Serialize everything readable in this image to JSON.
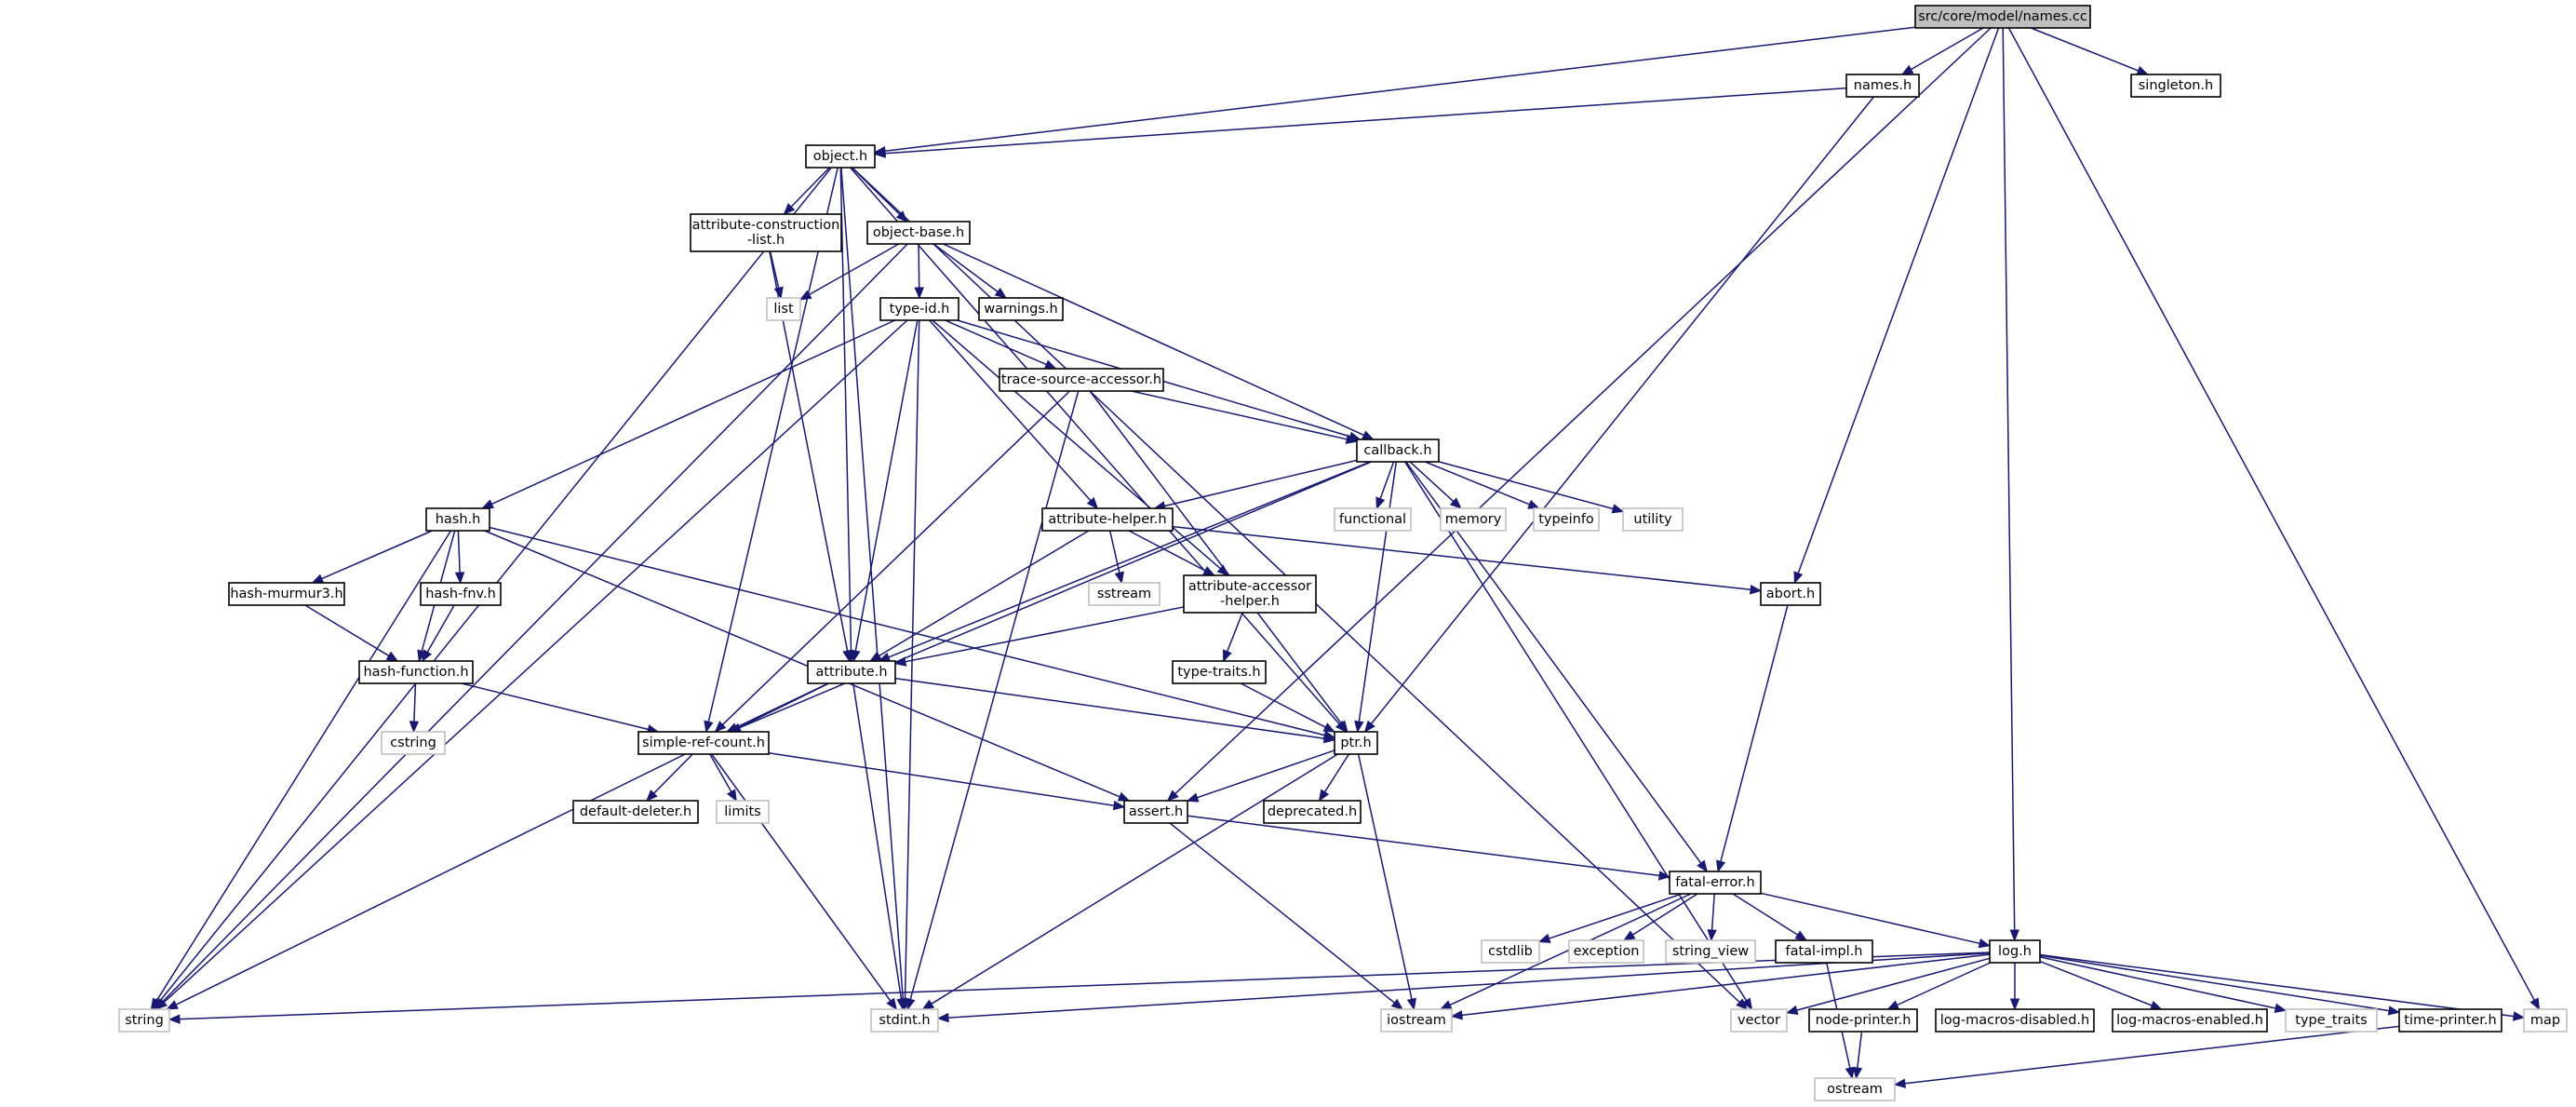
{
  "diagram": {
    "kind": "include-dependency-graph",
    "colors": {
      "edge": "#191970",
      "root_fill": "#bfbfbf",
      "internal_fill": "#ffffff",
      "internal_border": "#000000",
      "external_border": "#bfbfbf",
      "external_text": "#000000"
    },
    "nodes": [
      {
        "id": "names_cc",
        "label": "src/core/model/names.cc",
        "type": "root"
      },
      {
        "id": "names_h",
        "label": "names.h",
        "type": "internal"
      },
      {
        "id": "singleton_h",
        "label": "singleton.h",
        "type": "internal"
      },
      {
        "id": "object_h",
        "label": "object.h",
        "type": "internal"
      },
      {
        "id": "attr_constr",
        "label": [
          "attribute-construction",
          "-list.h"
        ],
        "type": "internal"
      },
      {
        "id": "object_base",
        "label": "object-base.h",
        "type": "internal"
      },
      {
        "id": "list",
        "label": "list",
        "type": "external"
      },
      {
        "id": "type_id",
        "label": "type-id.h",
        "type": "internal"
      },
      {
        "id": "warnings",
        "label": "warnings.h",
        "type": "internal"
      },
      {
        "id": "trace_src",
        "label": "trace-source-accessor.h",
        "type": "internal"
      },
      {
        "id": "callback",
        "label": "callback.h",
        "type": "internal"
      },
      {
        "id": "hash_h",
        "label": "hash.h",
        "type": "internal"
      },
      {
        "id": "attr_helper",
        "label": "attribute-helper.h",
        "type": "internal"
      },
      {
        "id": "functional",
        "label": "functional",
        "type": "external"
      },
      {
        "id": "memory",
        "label": "memory",
        "type": "external"
      },
      {
        "id": "typeinfo",
        "label": "typeinfo",
        "type": "external"
      },
      {
        "id": "utility",
        "label": "utility",
        "type": "external"
      },
      {
        "id": "hash_murmur",
        "label": "hash-murmur3.h",
        "type": "internal"
      },
      {
        "id": "hash_fnv",
        "label": "hash-fnv.h",
        "type": "internal"
      },
      {
        "id": "sstream",
        "label": "sstream",
        "type": "external"
      },
      {
        "id": "attr_acc",
        "label": [
          "attribute-accessor",
          "-helper.h"
        ],
        "type": "internal"
      },
      {
        "id": "abort_h",
        "label": "abort.h",
        "type": "internal"
      },
      {
        "id": "hash_func",
        "label": "hash-function.h",
        "type": "internal"
      },
      {
        "id": "attribute_h",
        "label": "attribute.h",
        "type": "internal"
      },
      {
        "id": "type_traits_h",
        "label": "type-traits.h",
        "type": "internal"
      },
      {
        "id": "cstring",
        "label": "cstring",
        "type": "external"
      },
      {
        "id": "simple_ref",
        "label": "simple-ref-count.h",
        "type": "internal"
      },
      {
        "id": "ptr_h",
        "label": "ptr.h",
        "type": "internal"
      },
      {
        "id": "default_del",
        "label": "default-deleter.h",
        "type": "internal"
      },
      {
        "id": "limits",
        "label": "limits",
        "type": "external"
      },
      {
        "id": "assert_h",
        "label": "assert.h",
        "type": "internal"
      },
      {
        "id": "deprecated",
        "label": "deprecated.h",
        "type": "internal"
      },
      {
        "id": "fatal_error",
        "label": "fatal-error.h",
        "type": "internal"
      },
      {
        "id": "cstdlib",
        "label": "cstdlib",
        "type": "external"
      },
      {
        "id": "exception",
        "label": "exception",
        "type": "external"
      },
      {
        "id": "string_view",
        "label": "string_view",
        "type": "external"
      },
      {
        "id": "fatal_impl",
        "label": "fatal-impl.h",
        "type": "internal"
      },
      {
        "id": "log_h",
        "label": "log.h",
        "type": "internal"
      },
      {
        "id": "string",
        "label": "string",
        "type": "external"
      },
      {
        "id": "stdint",
        "label": "stdint.h",
        "type": "external"
      },
      {
        "id": "iostream",
        "label": "iostream",
        "type": "external"
      },
      {
        "id": "vector",
        "label": "vector",
        "type": "external"
      },
      {
        "id": "node_printer",
        "label": "node-printer.h",
        "type": "internal"
      },
      {
        "id": "log_dis",
        "label": "log-macros-disabled.h",
        "type": "internal"
      },
      {
        "id": "log_en",
        "label": "log-macros-enabled.h",
        "type": "internal"
      },
      {
        "id": "type_traits",
        "label": "type_traits",
        "type": "external"
      },
      {
        "id": "time_printer",
        "label": "time-printer.h",
        "type": "internal"
      },
      {
        "id": "map",
        "label": "map",
        "type": "external"
      },
      {
        "id": "ostream",
        "label": "ostream",
        "type": "external"
      }
    ],
    "edges": [
      [
        "names_cc",
        "names_h"
      ],
      [
        "names_cc",
        "singleton_h"
      ],
      [
        "names_cc",
        "object_h"
      ],
      [
        "names_cc",
        "assert_h"
      ],
      [
        "names_cc",
        "abort_h"
      ],
      [
        "names_cc",
        "log_h"
      ],
      [
        "names_cc",
        "map"
      ],
      [
        "names_h",
        "object_h"
      ],
      [
        "names_h",
        "ptr_h"
      ],
      [
        "object_h",
        "attr_constr"
      ],
      [
        "object_h",
        "object_base"
      ],
      [
        "object_h",
        "string"
      ],
      [
        "object_h",
        "stdint"
      ],
      [
        "object_h",
        "simple_ref"
      ],
      [
        "object_h",
        "attribute_h"
      ],
      [
        "object_h",
        "ptr_h"
      ],
      [
        "object_h",
        "vector"
      ],
      [
        "attr_constr",
        "list"
      ],
      [
        "attr_constr",
        "attribute_h"
      ],
      [
        "object_base",
        "list"
      ],
      [
        "object_base",
        "type_id"
      ],
      [
        "object_base",
        "warnings"
      ],
      [
        "object_base",
        "string"
      ],
      [
        "object_base",
        "callback"
      ],
      [
        "type_id",
        "trace_src"
      ],
      [
        "type_id",
        "callback"
      ],
      [
        "type_id",
        "hash_h"
      ],
      [
        "type_id",
        "attr_helper"
      ],
      [
        "type_id",
        "attr_acc"
      ],
      [
        "type_id",
        "attribute_h"
      ],
      [
        "type_id",
        "string"
      ],
      [
        "type_id",
        "stdint"
      ],
      [
        "trace_src",
        "callback"
      ],
      [
        "trace_src",
        "simple_ref"
      ],
      [
        "trace_src",
        "ptr_h"
      ],
      [
        "trace_src",
        "stdint"
      ],
      [
        "callback",
        "functional"
      ],
      [
        "callback",
        "memory"
      ],
      [
        "callback",
        "typeinfo"
      ],
      [
        "callback",
        "utility"
      ],
      [
        "callback",
        "attr_helper"
      ],
      [
        "callback",
        "attribute_h"
      ],
      [
        "callback",
        "simple_ref"
      ],
      [
        "callback",
        "ptr_h"
      ],
      [
        "callback",
        "fatal_error"
      ],
      [
        "callback",
        "vector"
      ],
      [
        "hash_h",
        "hash_murmur"
      ],
      [
        "hash_h",
        "hash_fnv"
      ],
      [
        "hash_h",
        "hash_func"
      ],
      [
        "hash_h",
        "string"
      ],
      [
        "hash_h",
        "assert_h"
      ],
      [
        "hash_h",
        "ptr_h"
      ],
      [
        "hash_murmur",
        "hash_func"
      ],
      [
        "hash_fnv",
        "hash_func"
      ],
      [
        "hash_func",
        "cstring"
      ],
      [
        "hash_func",
        "simple_ref"
      ],
      [
        "attr_helper",
        "sstream"
      ],
      [
        "attr_helper",
        "attr_acc"
      ],
      [
        "attr_helper",
        "attribute_h"
      ],
      [
        "attr_helper",
        "abort_h"
      ],
      [
        "attr_acc",
        "attribute_h"
      ],
      [
        "attr_acc",
        "type_traits_h"
      ],
      [
        "type_traits_h",
        "ptr_h"
      ],
      [
        "attribute_h",
        "simple_ref"
      ],
      [
        "attribute_h",
        "ptr_h"
      ],
      [
        "attribute_h",
        "string"
      ],
      [
        "attribute_h",
        "stdint"
      ],
      [
        "abort_h",
        "fatal_error"
      ],
      [
        "simple_ref",
        "default_del"
      ],
      [
        "simple_ref",
        "limits"
      ],
      [
        "simple_ref",
        "assert_h"
      ],
      [
        "simple_ref",
        "stdint"
      ],
      [
        "ptr_h",
        "assert_h"
      ],
      [
        "ptr_h",
        "deprecated"
      ],
      [
        "ptr_h",
        "stdint"
      ],
      [
        "ptr_h",
        "iostream"
      ],
      [
        "assert_h",
        "fatal_error"
      ],
      [
        "assert_h",
        "iostream"
      ],
      [
        "fatal_error",
        "cstdlib"
      ],
      [
        "fatal_error",
        "exception"
      ],
      [
        "fatal_error",
        "string_view"
      ],
      [
        "fatal_error",
        "fatal_impl"
      ],
      [
        "fatal_error",
        "log_h"
      ],
      [
        "fatal_error",
        "iostream"
      ],
      [
        "fatal_impl",
        "ostream"
      ],
      [
        "log_h",
        "string"
      ],
      [
        "log_h",
        "stdint"
      ],
      [
        "log_h",
        "iostream"
      ],
      [
        "log_h",
        "vector"
      ],
      [
        "log_h",
        "node_printer"
      ],
      [
        "log_h",
        "log_dis"
      ],
      [
        "log_h",
        "log_en"
      ],
      [
        "log_h",
        "type_traits"
      ],
      [
        "log_h",
        "time_printer"
      ],
      [
        "log_h",
        "map"
      ],
      [
        "node_printer",
        "ostream"
      ],
      [
        "time_printer",
        "ostream"
      ]
    ]
  }
}
